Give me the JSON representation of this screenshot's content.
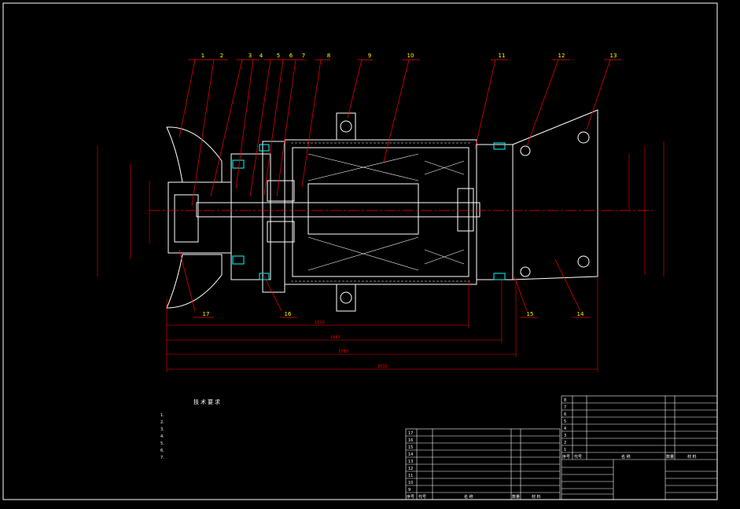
{
  "balloons": [
    {
      "n": "1"
    },
    {
      "n": "2"
    },
    {
      "n": "3"
    },
    {
      "n": "4"
    },
    {
      "n": "5"
    },
    {
      "n": "6"
    },
    {
      "n": "7"
    },
    {
      "n": "8"
    },
    {
      "n": "9"
    },
    {
      "n": "10"
    },
    {
      "n": "11"
    },
    {
      "n": "12"
    },
    {
      "n": "13"
    },
    {
      "n": "14"
    },
    {
      "n": "15"
    },
    {
      "n": "16"
    },
    {
      "n": "17"
    }
  ],
  "dims_bottom": [
    "1520",
    "1667",
    "1780",
    "2032"
  ],
  "notes": {
    "title": "技术要求",
    "lines": [
      "1. ",
      "2. ",
      "3. ",
      "4. ",
      "5. ",
      "6. ",
      "7. "
    ]
  },
  "bom_left": {
    "rows": [
      "17",
      "16",
      "15",
      "14",
      "13",
      "12",
      "11",
      "10",
      "9"
    ],
    "header": {
      "seq": "序号",
      "code": "代号",
      "name": "名 称",
      "qty": "数量",
      "material": "材 料"
    }
  },
  "bom_right": {
    "rows": [
      "8",
      "7",
      "6",
      "5",
      "4",
      "3",
      "2",
      "1"
    ],
    "header": {
      "seq": "序号",
      "code": "代号",
      "name": "名 称",
      "qty": "数量",
      "material": "材 料"
    }
  },
  "colors": {
    "background": "#000000",
    "outline": "#ffffff",
    "centerline": "#ff0000",
    "leader": "#ff0000",
    "balloon_text": "#ffff00",
    "hatch": "#ffffff",
    "bolt": "#00ffff"
  }
}
